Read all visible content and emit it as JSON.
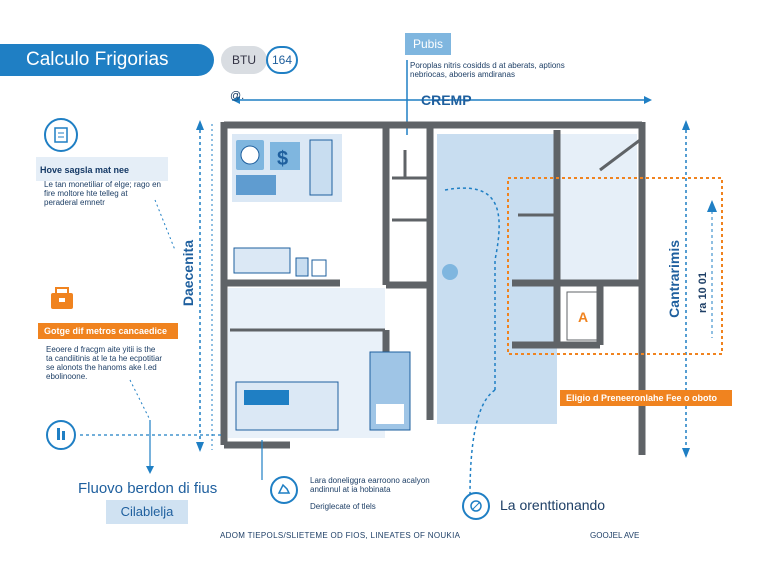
{
  "header": {
    "title": "Calculo Frigorias",
    "btu_label": "BTU",
    "btu_value": "164"
  },
  "top_callout": {
    "tag": "Pubis",
    "text": "Poroplas nitris cosidds d at aberats, aptions nebriocas, aboeris amdiranas"
  },
  "dimension_top": "CREMP",
  "dimension_left": "Daecenita",
  "dimension_right": "Cantrarimis",
  "dimension_right_small": "ra 10 01",
  "corner_mark": "@.",
  "left_panel_1": {
    "heading": "Hove sagsla mat nee",
    "text": "Le tan monetiliar of elge; rago en fire moltore hte telleg at peraderal emnetr"
  },
  "left_panel_2": {
    "heading": "Gotge dif metros cancaedice",
    "text": "Eeoere d fracgm aite yitii is the ta candiitinis at le ta he ecpotitiar se alonots the hanoms ake l.ed ebolinoone."
  },
  "bottom_left": {
    "title": "Fluovo berdon di fius",
    "button": "Cilablelja"
  },
  "bottom_center": {
    "text": "Lara doneliggra earroono acalyon andinnul at ia hobinata",
    "subtext": "Deriglecate of tlels"
  },
  "bottom_right_label": "La orenttionando",
  "orange_callout": "Eligio d Preneeronlahe Fee o oboto",
  "room_letter": "A",
  "footer": {
    "left": "ADOM TIEPOLS/SLIETEME OD FIOS, LINEATES OF NOUKIA",
    "right": "GOOJEL AVE"
  },
  "colors": {
    "primary": "#1f7fc4",
    "orange": "#f0831f",
    "wall": "#5f6367",
    "light_blue": "#c8ddf0"
  }
}
